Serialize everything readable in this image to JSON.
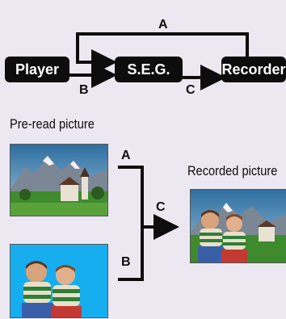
{
  "boxes": {
    "player": "Player",
    "seg": "S.E.G.",
    "recorder": "Recorder"
  },
  "connection_labels": {
    "a": "A",
    "b": "B",
    "c": "C"
  },
  "lower_labels": {
    "a": "A",
    "b": "B",
    "c": "C"
  },
  "captions": {
    "preread": "Pre-read picture",
    "recorded": "Recorded picture"
  },
  "colors": {
    "background": "#ebe8f1",
    "box": "#0d0d0d",
    "line": "#0d0d0d",
    "bluescreen": "#17aef0"
  }
}
